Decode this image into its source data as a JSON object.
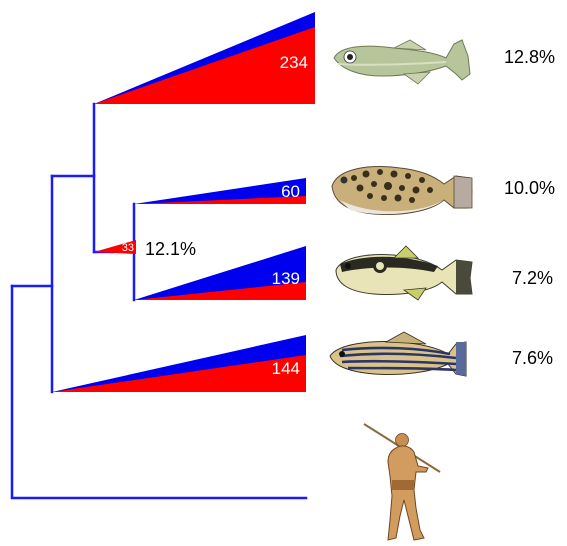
{
  "colors": {
    "branch": "#1a1aff",
    "gained": "#0000ee",
    "lost": "#ff0000",
    "count_text": "#ffffff",
    "percent_text": "#000000"
  },
  "clades": [
    {
      "species_icon": "medaka-fish-icon",
      "count": "234",
      "percent": "12.8%"
    },
    {
      "species_icon": "spotted-pufferfish-icon",
      "count": "60",
      "percent": "10.0%"
    },
    {
      "species_icon": "fugu-pufferfish-icon",
      "count": "139",
      "percent": "7.2%"
    },
    {
      "species_icon": "zebrafish-icon",
      "count": "144",
      "percent": "7.6%"
    },
    {
      "species_icon": "human-hunter-icon"
    }
  ],
  "internal_node": {
    "count": "33",
    "percent": "12.1%"
  }
}
